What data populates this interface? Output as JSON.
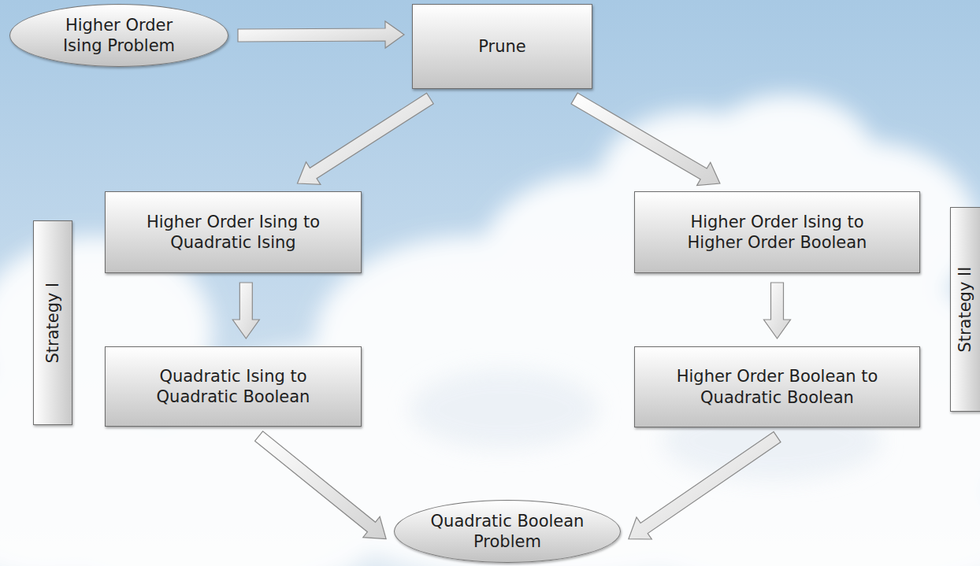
{
  "diagram": {
    "nodes": [
      {
        "text": [
          "Higher Order Ising Problem"
        ]
      },
      {
        "text": [
          "Prune"
        ]
      },
      {
        "text": [
          "Higher Order Ising to Quadratic Ising"
        ]
      },
      {
        "text": [
          "Higher Order Ising to Higher Order Boolean"
        ]
      },
      {
        "text": [
          "Quadratic Ising to Quadratic Boolean"
        ]
      },
      {
        "text": [
          "Higher Order Boolean to Quadratic Boolean"
        ]
      },
      {
        "text": [
          "Quadratic Boolean Problem"
        ]
      },
      {
        "text": [
          "Strategy I"
        ]
      },
      {
        "text": [
          "Strategy II"
        ]
      }
    ],
    "edges": [
      {
        "from": 0,
        "to": 1,
        "arrow": "to"
      },
      {
        "from": 1,
        "to": 2,
        "arrow": "to"
      },
      {
        "from": 1,
        "to": 3,
        "arrow": "to"
      },
      {
        "from": 2,
        "to": 4,
        "arrow": "to"
      },
      {
        "from": 3,
        "to": 5,
        "arrow": "to"
      },
      {
        "from": 4,
        "to": 6,
        "arrow": "to"
      },
      {
        "from": 5,
        "to": 6,
        "arrow": "to"
      }
    ]
  }
}
